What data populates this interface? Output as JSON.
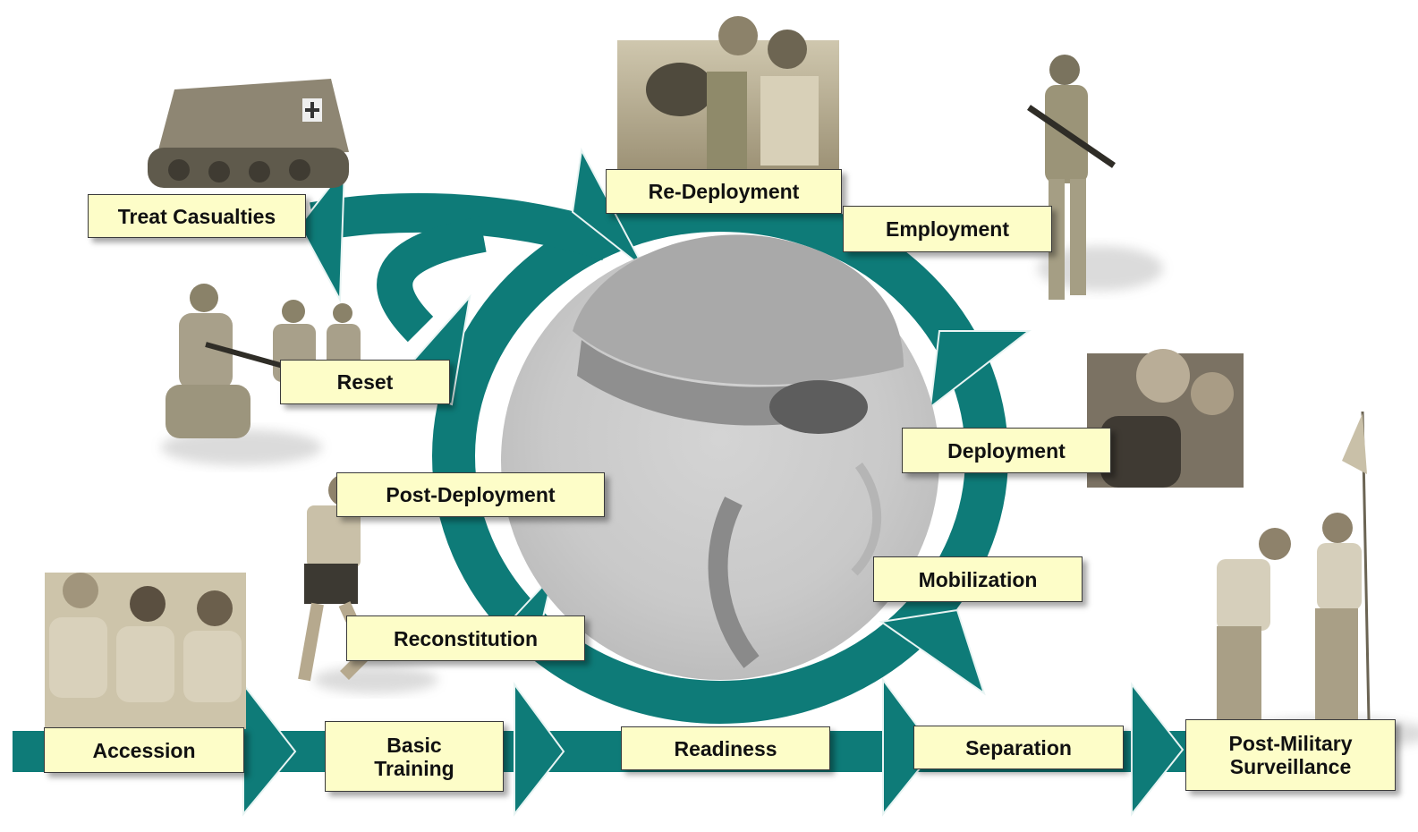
{
  "colors": {
    "teal": "#0e7b78",
    "label_fill": "#fdfdc8",
    "photo_tone": "#b7ad92"
  },
  "stages": {
    "treat_casualties": "Treat Casualties",
    "re_deployment": "Re-Deployment",
    "employment": "Employment",
    "reset": "Reset",
    "deployment": "Deployment",
    "post_deployment": "Post-Deployment",
    "mobilization": "Mobilization",
    "reconstitution": "Reconstitution",
    "accession": "Accession",
    "basic_training": "Basic\nTraining",
    "readiness": "Readiness",
    "separation": "Separation",
    "post_military_surveillance": "Post-Military\nSurveillance"
  },
  "photos": [
    {
      "name": "armored-vehicle-photo"
    },
    {
      "name": "reunion-kiss-photo"
    },
    {
      "name": "soldier-patrol-photo"
    },
    {
      "name": "squad-kneeling-photo"
    },
    {
      "name": "family-hug-photo"
    },
    {
      "name": "runner-photo"
    },
    {
      "name": "recruits-seated-photo"
    },
    {
      "name": "golfers-photo"
    },
    {
      "name": "helmeted-soldier-center-photo"
    }
  ]
}
